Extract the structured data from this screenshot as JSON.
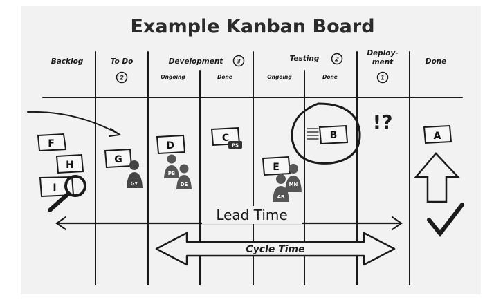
{
  "title": "Example Kanban Board",
  "columns": {
    "backlog": "Backlog",
    "todo": "To Do",
    "todo_limit": "2",
    "development": "Development",
    "development_limit": "3",
    "dev_ongoing": "Ongoing",
    "dev_done": "Done",
    "testing": "Testing",
    "testing_limit": "2",
    "test_ongoing": "Ongoing",
    "test_done": "Done",
    "deployment_line1": "Deploy-",
    "deployment_line2": "ment",
    "deployment_limit": "1",
    "done": "Done"
  },
  "cards": {
    "f": "F",
    "h": "H",
    "i": "I",
    "g": "G",
    "d": "D",
    "c": "C",
    "e": "E",
    "b": "B",
    "a": "A"
  },
  "people": {
    "gy": "GY",
    "pb": "PB",
    "de": "DE",
    "ps": "PS",
    "mn": "MN",
    "ab": "AB"
  },
  "annotations": {
    "lead_time": "Lead Time",
    "cycle_time": "Cycle Time",
    "blocked": "!?"
  }
}
